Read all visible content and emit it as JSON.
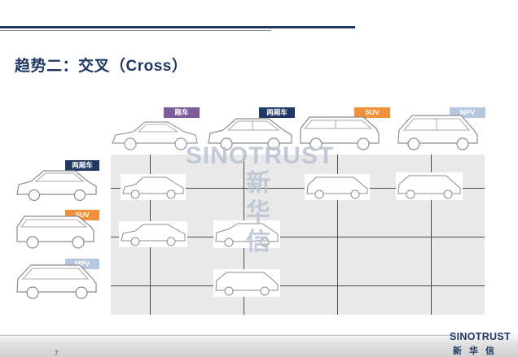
{
  "slide": {
    "title": "趋势二：交叉（Cross）",
    "page_number": "7"
  },
  "watermark": {
    "en": "SINOTRUST",
    "cn": "新 华 信"
  },
  "column_tags": [
    "跑车",
    "两厢车",
    "SUV",
    "MPV"
  ],
  "row_tags": [
    "两厢车",
    "SUV",
    "MPV"
  ],
  "colors": {
    "navy": "#1f3864",
    "sports": "#7c5c9c",
    "suv": "#f0913a",
    "mpv": "#b6c8e0",
    "matrix_bg": "#e9e9e9"
  },
  "logo": {
    "en": "SINOTRUST",
    "cn": "新华信"
  }
}
